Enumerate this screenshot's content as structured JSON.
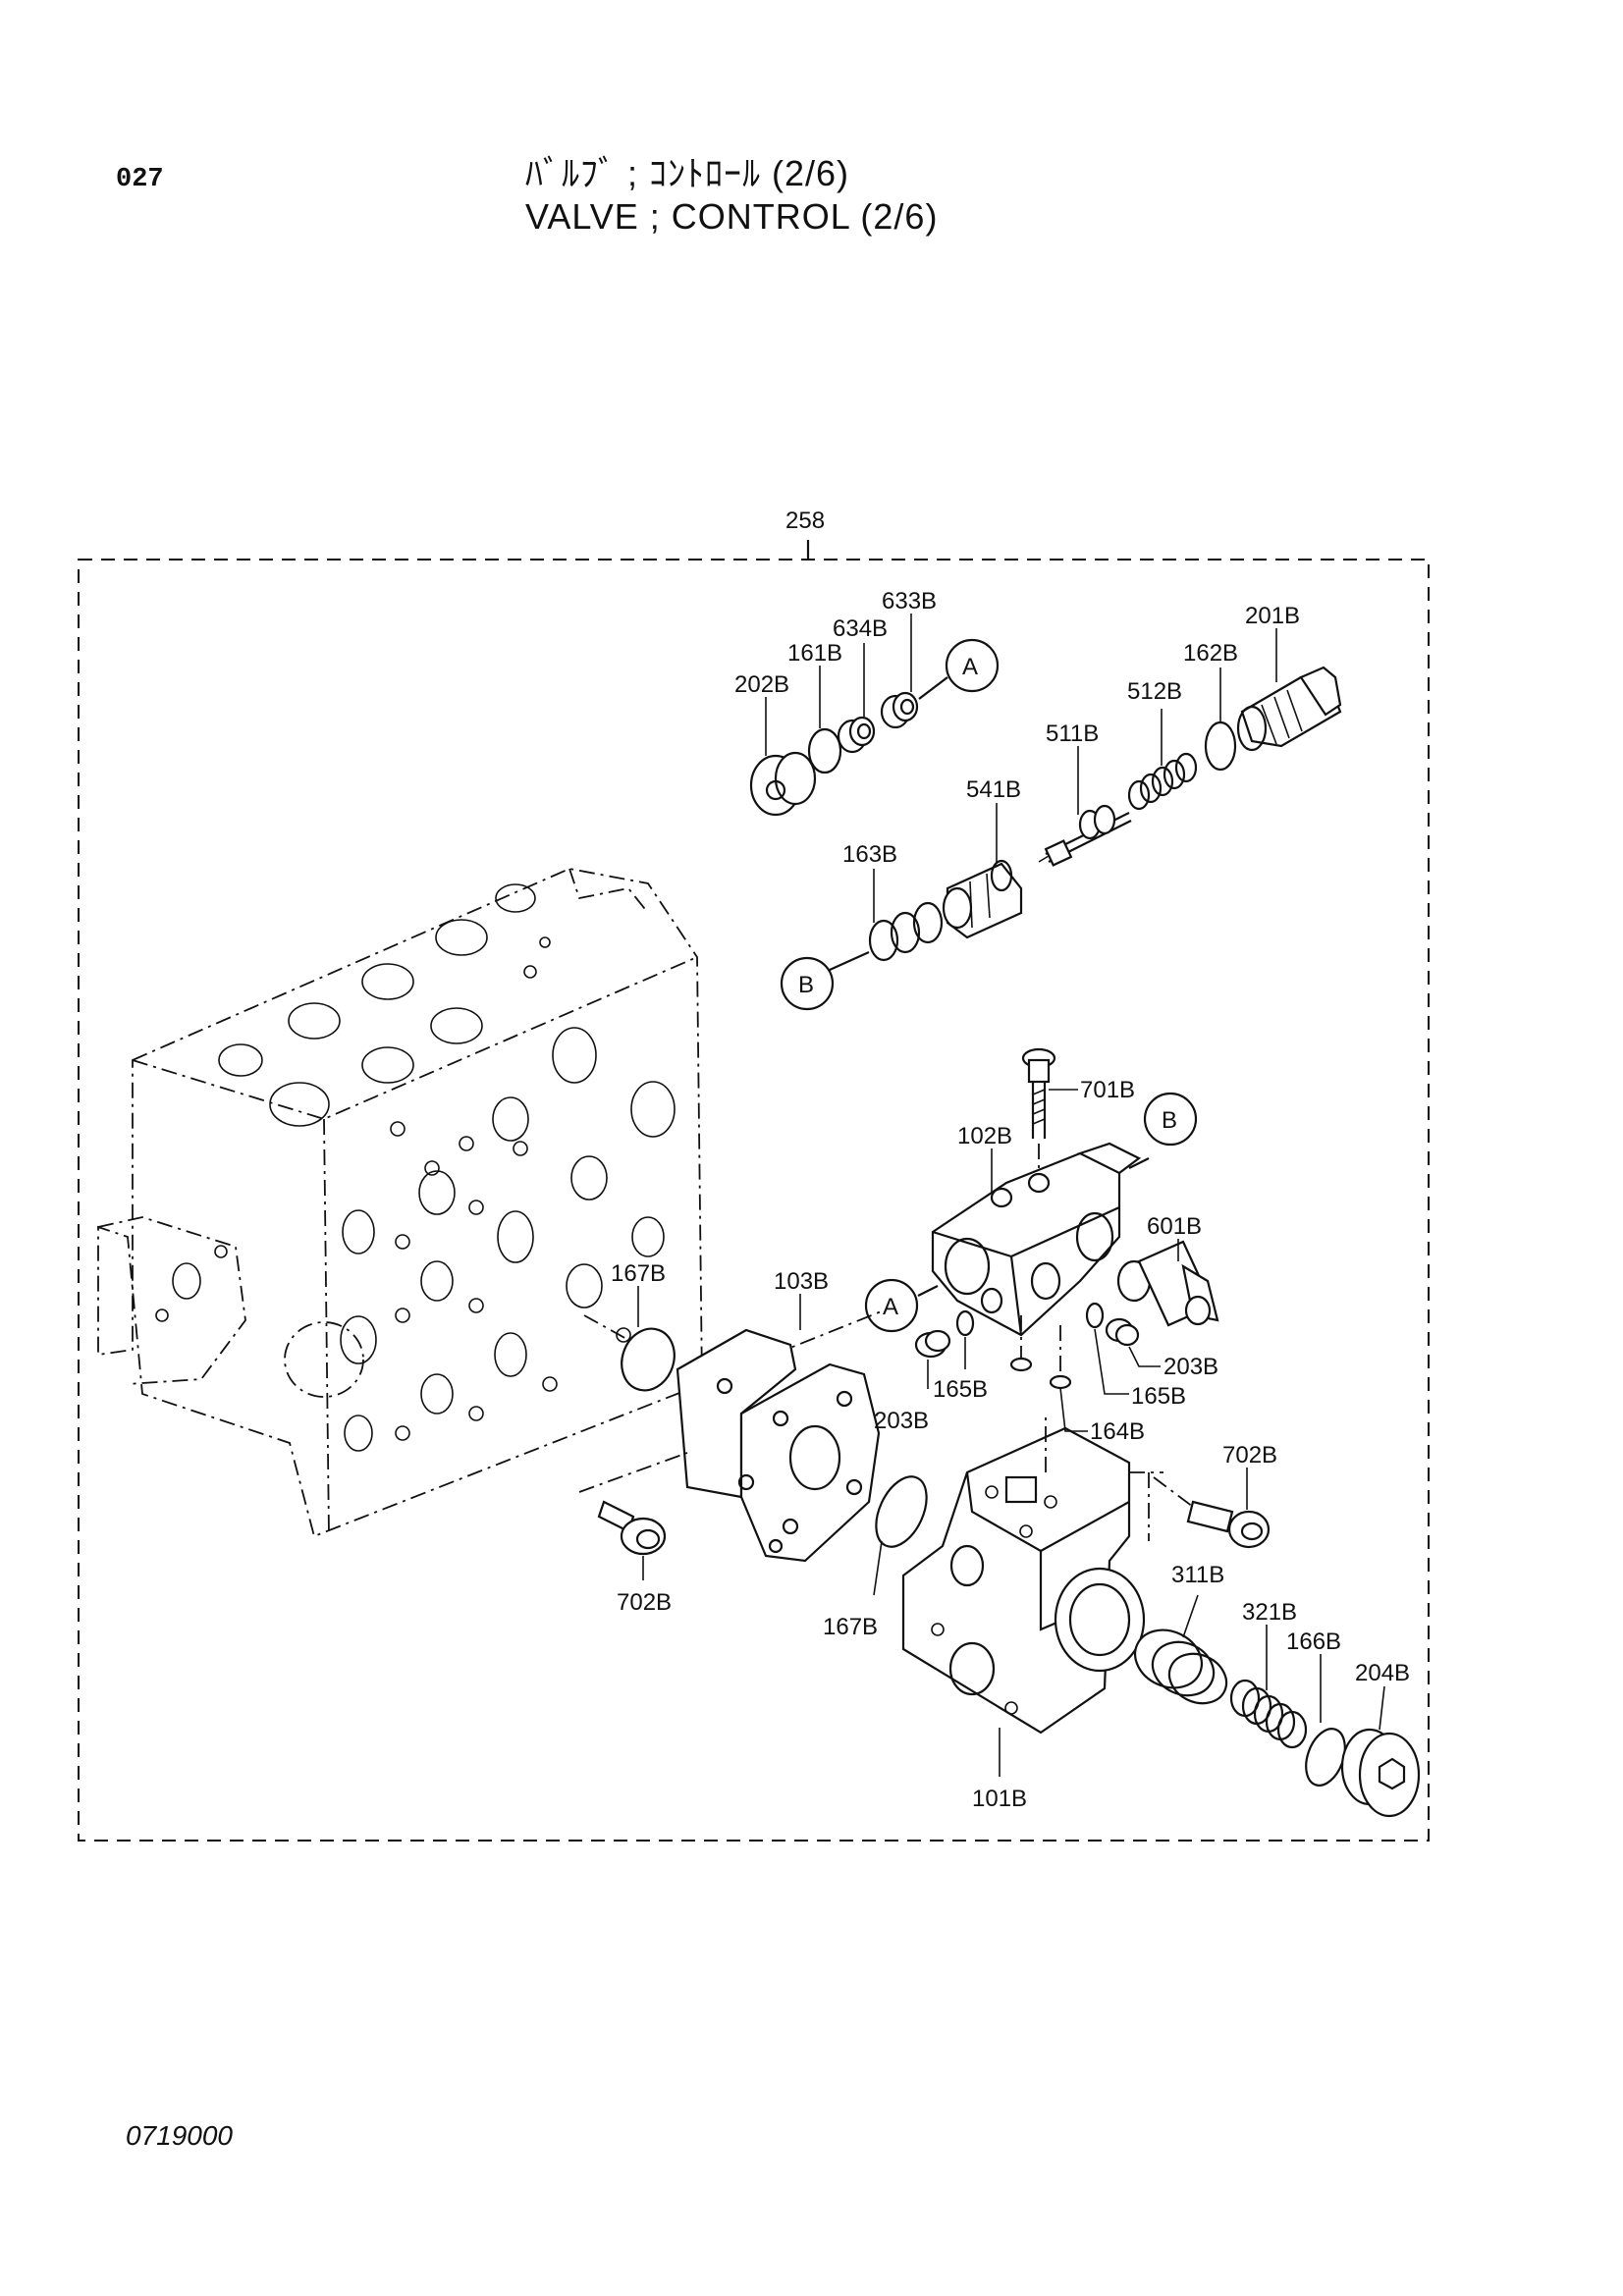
{
  "header": {
    "page_number": "027",
    "title_jp": "ﾊﾞﾙﾌﾞ ; ｺﾝﾄﾛｰﾙ (2/6)",
    "title_en": "VALVE ; CONTROL (2/6)"
  },
  "footer": {
    "doc_code": "0719000"
  },
  "diagram": {
    "assembly_label": "258",
    "parts": {
      "p633B": "633B",
      "p634B": "634B",
      "p161B": "161B",
      "p202B": "202B",
      "p201B": "201B",
      "p162B": "162B",
      "p512B": "512B",
      "p511B": "511B",
      "p541B": "541B",
      "p163B": "163B",
      "p701B": "701B",
      "p102B": "102B",
      "p601B": "601B",
      "p167B_a": "167B",
      "p103B": "103B",
      "p203B_a": "203B",
      "p165B_a": "165B",
      "p165B_b": "165B",
      "p203B_b": "203B",
      "p164B": "164B",
      "p702B_a": "702B",
      "p702B_b": "702B",
      "p167B_b": "167B",
      "p311B": "311B",
      "p321B": "321B",
      "p166B": "166B",
      "p204B": "204B",
      "p101B": "101B"
    },
    "callouts": {
      "A_top": "A",
      "B_left": "B",
      "B_right": "B",
      "A_mid": "A"
    }
  }
}
